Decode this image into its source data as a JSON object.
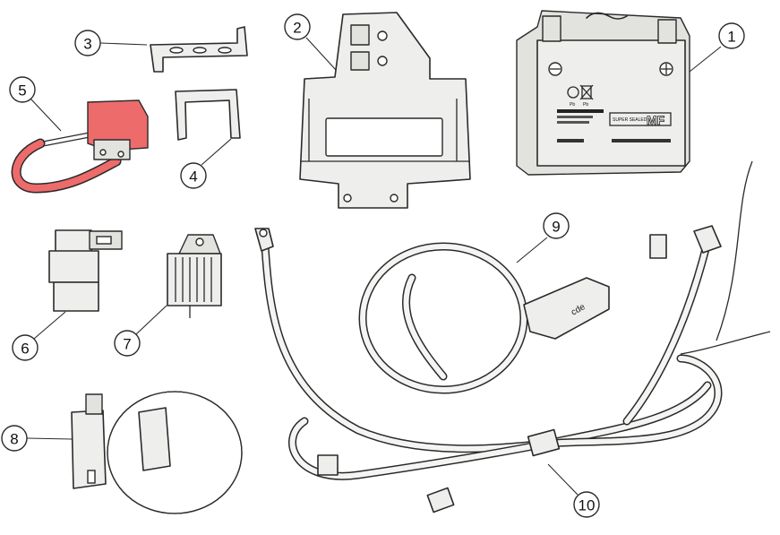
{
  "diagram": {
    "title": "Electrical components exploded view",
    "accent_color": "#ee6b6b",
    "callouts": [
      {
        "number": "1",
        "part": "battery"
      },
      {
        "number": "2",
        "part": "battery-holder-bracket"
      },
      {
        "number": "3",
        "part": "mounting-bracket"
      },
      {
        "number": "4",
        "part": "u-clamp"
      },
      {
        "number": "5",
        "part": "starter-relay"
      },
      {
        "number": "6",
        "part": "relay-unit"
      },
      {
        "number": "7",
        "part": "voltage-regulator"
      },
      {
        "number": "8",
        "part": "ignition-coil"
      },
      {
        "number": "9",
        "part": "handlebar-switch"
      },
      {
        "number": "10",
        "part": "wiring-harness"
      }
    ],
    "battery_label": {
      "badge": "MF",
      "sealed_text": "SUPER SEALED",
      "recycle_marks": [
        "Pb",
        "Pb"
      ]
    },
    "switch_label": "cde"
  }
}
